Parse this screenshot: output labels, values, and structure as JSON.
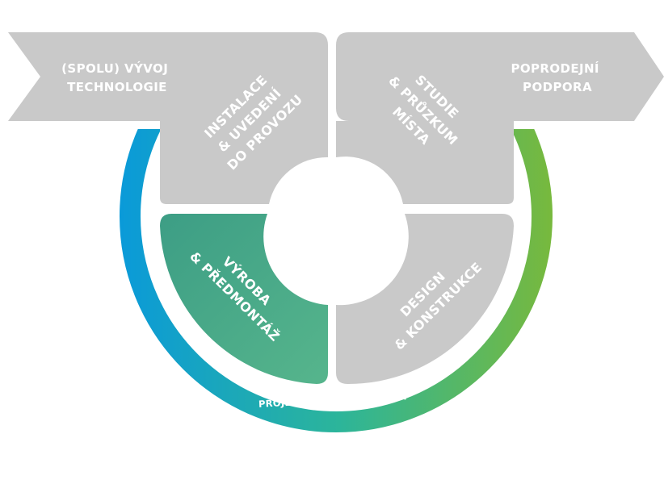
{
  "diagram": {
    "left_arrow": {
      "line1": "(SPOLU) VÝVOJ",
      "line2": "TECHNOLOGIE"
    },
    "right_arrow": {
      "line1": "POPRODEJNÍ",
      "line2": "PODPORA"
    },
    "segment_instalace": {
      "line1": "INSTALACE",
      "line2": "& UVEDENÍ",
      "line3": "DO PROVOZU"
    },
    "segment_studie": {
      "line1": "STUDIE",
      "line2": "& PRŮZKUM",
      "line3": "MÍSTA"
    },
    "segment_vyroba": {
      "line1": "VÝROBA",
      "line2": "& PŘEDMONTÁŽ"
    },
    "segment_design": {
      "line1": "DESIGN",
      "line2": "& KONSTRUKCE"
    },
    "ring_label": "PROJEKTOVÝ MANAGEMENT",
    "colors": {
      "segment_gray": "#c9c9c9",
      "segment_active": "#4fac88",
      "ring_start": "#0a9ad9",
      "ring_mid": "#2cb59a",
      "ring_end": "#7ab93a"
    }
  }
}
